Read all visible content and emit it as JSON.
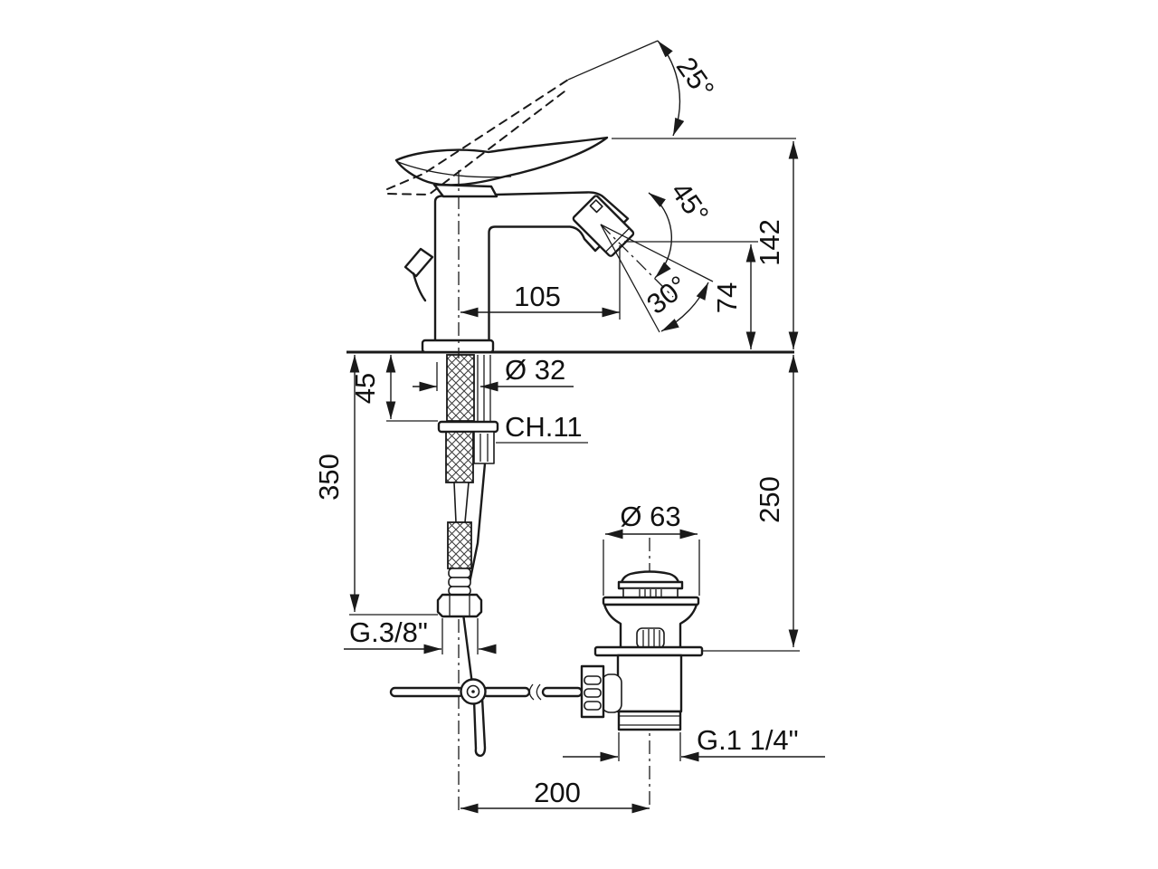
{
  "drawing": {
    "title": "bidet-mixer-technical-drawing",
    "background_color": "#ffffff",
    "line_color": "#1a1a1a",
    "labels": {
      "handle_lift_angle": "25°",
      "spray_angle": "45°",
      "spray_cone_angle": "30°",
      "overall_height": "142",
      "aerator_height": "74",
      "spout_reach": "105",
      "shank_diameter": "Ø 32",
      "max_deck_thickness": "45",
      "wrench_size": "CH.11",
      "hose_length": "350",
      "waste_drop": "250",
      "waste_flange_diameter": "Ø 63",
      "supply_thread": "G.3/8\"",
      "waste_thread": "G.1 1/4\"",
      "drain_offset": "200"
    }
  }
}
